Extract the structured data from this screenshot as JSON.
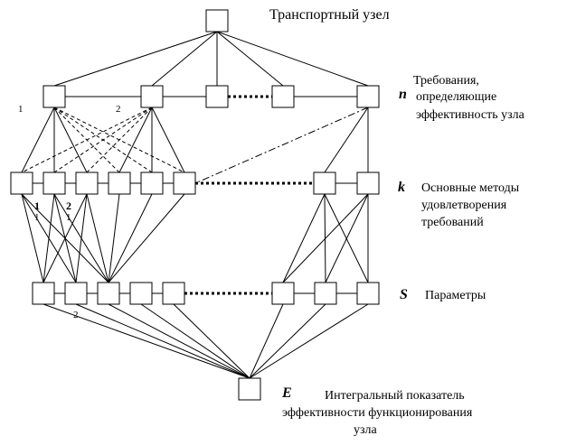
{
  "title": "Транспортный узел",
  "levels": {
    "n": {
      "symbol": "n",
      "label_lines": [
        "Требования,",
        "определяющие",
        "эффективность узла"
      ]
    },
    "k": {
      "symbol": "k",
      "label_lines": [
        "Основные методы",
        "удовлетворения",
        "требований"
      ]
    },
    "s": {
      "symbol": "S",
      "label_lines": [
        "Параметры"
      ]
    },
    "e": {
      "symbol": "E",
      "label_lines": [
        "Интегральный показатель",
        "эффективности  функционирования",
        "узла"
      ]
    }
  },
  "marks": {
    "n1": "1",
    "n2": "2",
    "k1": "1",
    "k1b": "1",
    "k2": "2",
    "k2b": "1",
    "s2": "2"
  }
}
